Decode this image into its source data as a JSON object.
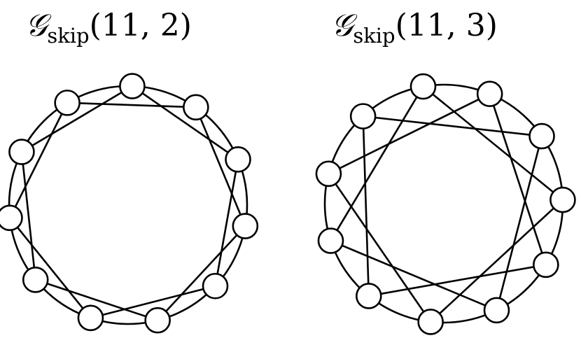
{
  "panels": [
    {
      "title_symbol": "𝒢",
      "title_subscript": "skip",
      "title_args": "(11, 2)",
      "graph": {
        "nodes": 11,
        "skip": 2
      }
    },
    {
      "title_symbol": "𝒢",
      "title_subscript": "skip",
      "title_args": "(11, 3)",
      "graph": {
        "nodes": 11,
        "skip": 3
      }
    }
  ]
}
